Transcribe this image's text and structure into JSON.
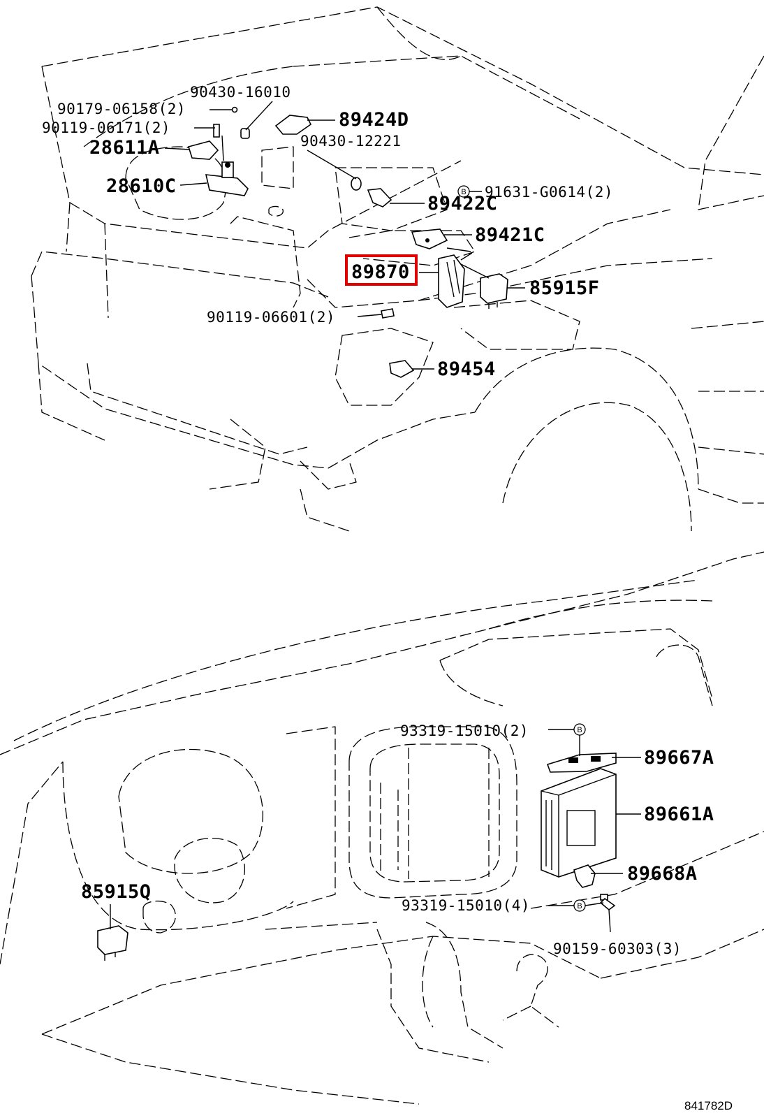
{
  "diagram": {
    "reference_code": "841782D",
    "highlighted_part": "89870",
    "callouts": {
      "p90430_16010": "90430-16010",
      "p90179_06158": "90179-06158(2)",
      "p90119_06171": "90119-06171(2)",
      "p89424D": "89424D",
      "p28611A": "28611A",
      "p90430_12221": "90430-12221",
      "p28610C": "28610C",
      "p89422C": "89422C",
      "p89421C": "89421C",
      "p91631_G0614": "91631-G0614(2)",
      "p89870": "89870",
      "p85915F": "85915F",
      "p90119_06601": "90119-06601(2)",
      "p89454": "89454",
      "p93319_15010_a": "93319-15010(2)",
      "p89667A": "89667A",
      "p89661A": "89661A",
      "p89668A": "89668A",
      "p85915Q": "85915Q",
      "p93319_15010_b": "93319-15010(4)",
      "p90159_60303": "90159-60303(3)"
    },
    "marker_letter": "B"
  }
}
